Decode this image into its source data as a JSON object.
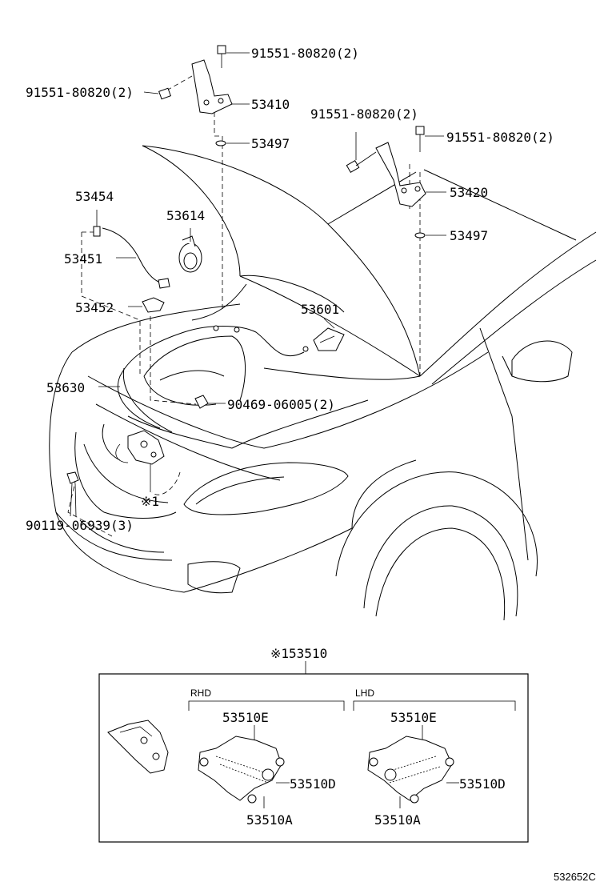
{
  "labels": {
    "bolt_top": "91551-80820(2)",
    "bolt_left": "91551-80820(2)",
    "hinge_left": "53410",
    "washer_left": "53497",
    "bolt_right_a": "91551-80820(2)",
    "bolt_right_b": "91551-80820(2)",
    "hinge_right": "53420",
    "washer_right": "53497",
    "p53454": "53454",
    "p53451": "53451",
    "p53452": "53452",
    "p53614": "53614",
    "p53601": "53601",
    "p53630": "53630",
    "clip": "90469-06005(2)",
    "note_mark": "※1",
    "bolt_bottom": "90119-06939(3)"
  },
  "inset": {
    "title": "※153510",
    "rhd": "RHD",
    "lhd": "LHD",
    "rhd_e": "53510E",
    "rhd_d": "53510D",
    "rhd_a": "53510A",
    "lhd_e": "53510E",
    "lhd_d": "53510D",
    "lhd_a": "53510A"
  },
  "ref_code": "532652C"
}
